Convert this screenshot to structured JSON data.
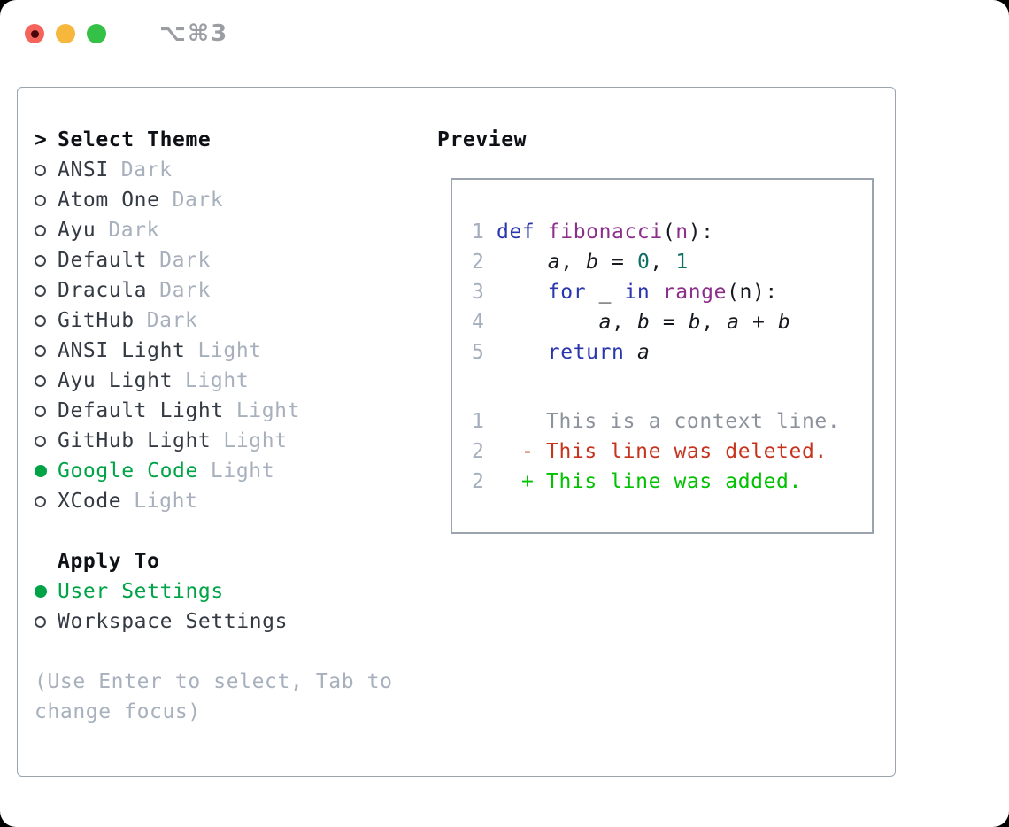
{
  "window": {
    "title": "⌥⌘3"
  },
  "theme_section": {
    "cursor": ">",
    "header": "Select Theme",
    "items": [
      {
        "name": "ANSI",
        "variant": "Dark",
        "selected": false
      },
      {
        "name": "Atom One",
        "variant": "Dark",
        "selected": false
      },
      {
        "name": "Ayu",
        "variant": "Dark",
        "selected": false
      },
      {
        "name": "Default",
        "variant": "Dark",
        "selected": false
      },
      {
        "name": "Dracula",
        "variant": "Dark",
        "selected": false
      },
      {
        "name": "GitHub",
        "variant": "Dark",
        "selected": false
      },
      {
        "name": "ANSI Light",
        "variant": "Light",
        "selected": false
      },
      {
        "name": "Ayu Light",
        "variant": "Light",
        "selected": false
      },
      {
        "name": "Default Light",
        "variant": "Light",
        "selected": false
      },
      {
        "name": "GitHub Light",
        "variant": "Light",
        "selected": false
      },
      {
        "name": "Google Code",
        "variant": "Light",
        "selected": true
      },
      {
        "name": "XCode",
        "variant": "Light",
        "selected": false
      }
    ]
  },
  "apply_section": {
    "header": "Apply To",
    "items": [
      {
        "label": "User Settings",
        "selected": true
      },
      {
        "label": "Workspace Settings",
        "selected": false
      }
    ]
  },
  "help_text": "(Use Enter to select, Tab to change focus)",
  "preview": {
    "header": "Preview",
    "code_lines": [
      {
        "number": "1",
        "tokens": [
          [
            "kw",
            "def"
          ],
          [
            "pl",
            " "
          ],
          [
            "fn",
            "fibonacci"
          ],
          [
            "pl",
            "("
          ],
          [
            "fn",
            "n"
          ],
          [
            "pl",
            "):"
          ]
        ]
      },
      {
        "number": "2",
        "tokens": [
          [
            "pl",
            "    "
          ],
          [
            "var",
            "a"
          ],
          [
            "pl",
            ", "
          ],
          [
            "var",
            "b"
          ],
          [
            "pl",
            " = "
          ],
          [
            "num",
            "0"
          ],
          [
            "pl",
            ", "
          ],
          [
            "num",
            "1"
          ]
        ]
      },
      {
        "number": "3",
        "tokens": [
          [
            "pl",
            "    "
          ],
          [
            "kw",
            "for"
          ],
          [
            "pl",
            " _ "
          ],
          [
            "kw",
            "in"
          ],
          [
            "pl",
            " "
          ],
          [
            "fn",
            "range"
          ],
          [
            "pl",
            "(n):"
          ]
        ]
      },
      {
        "number": "4",
        "tokens": [
          [
            "pl",
            "        "
          ],
          [
            "var",
            "a"
          ],
          [
            "pl",
            ", "
          ],
          [
            "var",
            "b"
          ],
          [
            "pl",
            " = "
          ],
          [
            "var",
            "b"
          ],
          [
            "pl",
            ", "
          ],
          [
            "var",
            "a"
          ],
          [
            "pl",
            " + "
          ],
          [
            "var",
            "b"
          ]
        ]
      },
      {
        "number": "5",
        "tokens": [
          [
            "pl",
            "    "
          ],
          [
            "kw",
            "return"
          ],
          [
            "pl",
            " "
          ],
          [
            "var",
            "a"
          ]
        ]
      }
    ],
    "diff_lines": [
      {
        "number": "1",
        "marker": " ",
        "kind": "context",
        "text": "This is a context line."
      },
      {
        "number": "2",
        "marker": "-",
        "kind": "deleted",
        "text": "This line was deleted."
      },
      {
        "number": "2",
        "marker": "+",
        "kind": "added",
        "text": "This line was added."
      }
    ]
  },
  "colors": {
    "select-green": "#00a447",
    "added-green": "#00c200",
    "deleted-red": "#c6341e",
    "kw": "#2a36ae",
    "fn": "#8b2f8b",
    "num": "#0e6f66",
    "traffic-red": "#f4645c",
    "traffic-yellow": "#f6b73c",
    "traffic-green": "#35c148"
  }
}
